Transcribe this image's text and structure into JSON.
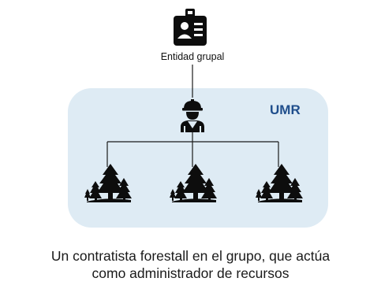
{
  "diagram": {
    "group_entity_label": "Entidad grupal",
    "group_entity_icon": "id-badge-icon",
    "management_unit_label": "UMR",
    "manager_icon": "forestry-worker-hardhat-icon",
    "forest_icon": "forest-trees-icon",
    "forest_count": 3
  },
  "caption": {
    "line1": "Un contratista forestall en el grupo, que actúa",
    "line2": "como administrador de recursos"
  },
  "colors": {
    "umr_box_fill": "#deebf4",
    "umr_label": "#1f4e8c",
    "icon": "#0d0d0d",
    "connector": "#1a1a1a",
    "text": "#1a1a1a"
  }
}
